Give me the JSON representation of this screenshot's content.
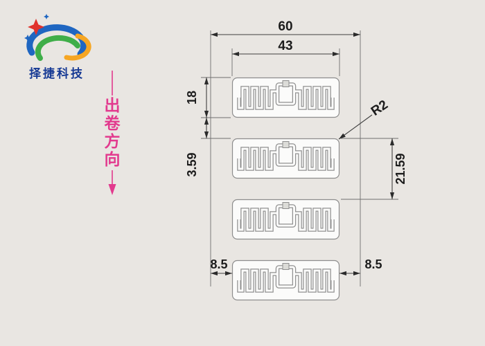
{
  "drawing": {
    "logo": {
      "company": "择捷科技"
    },
    "direction": {
      "label": "出卷方向",
      "chars": [
        "出",
        "卷",
        "方",
        "向"
      ]
    },
    "dimensions": {
      "overall_width": "60",
      "antenna_width": "43",
      "tag_height": "18",
      "gap": "3.59",
      "corner_radius": "R2",
      "pitch": "21.59",
      "left_margin": "8.5",
      "right_margin": "8.5"
    },
    "tags": {
      "count": 4
    },
    "colors": {
      "background": "#e9e6e2",
      "direction_pink": "#e23a8e",
      "dimension_text": "#1c1c1c",
      "tag_outline": "#8d8d8d",
      "logo_blue": "#1f66c1",
      "logo_green": "#3fae49",
      "logo_orange": "#f6a623",
      "logo_red": "#e0322c",
      "logo_text_blue": "#173a94"
    }
  }
}
